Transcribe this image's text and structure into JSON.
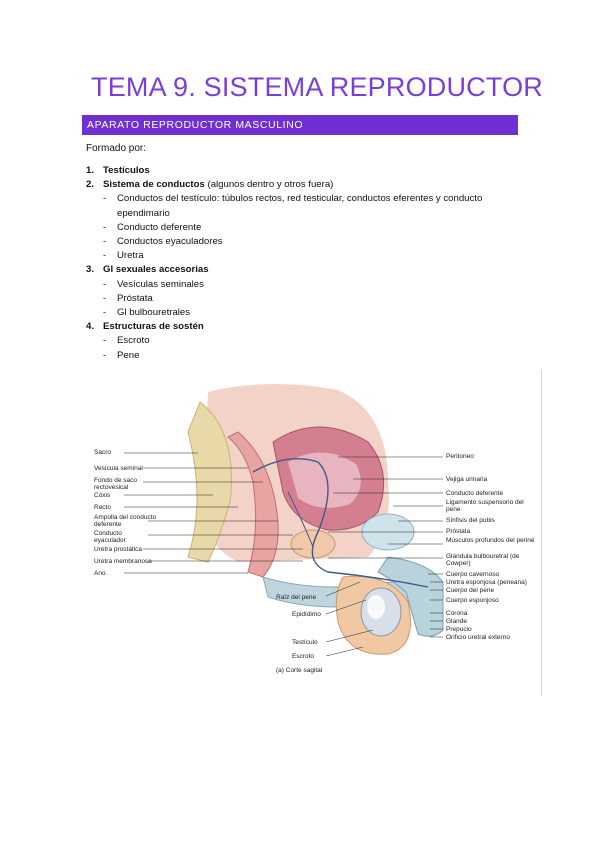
{
  "title": "TEMA 9. SISTEMA REPRODUCTOR",
  "section_header": "APARATO REPRODUCTOR MASCULINO",
  "intro": "Formado por:",
  "outline": [
    {
      "num": "1.",
      "label": "Testículos",
      "note": "",
      "subitems": []
    },
    {
      "num": "2.",
      "label": "Sistema de conductos",
      "note": " (algunos dentro y otros fuera)",
      "subitems": [
        "Conductos del testículo: túbulos rectos, red testicular, conductos eferentes y conducto ependimario",
        "Conducto deferente",
        "Conductos eyaculadores",
        "Uretra"
      ]
    },
    {
      "num": "3.",
      "label": "Gl sexuales accesorias",
      "note": "",
      "subitems": [
        "Vesículas seminales",
        "Próstata",
        "Gl bulbouretrales"
      ]
    },
    {
      "num": "4.",
      "label": "Estructuras de sostén",
      "note": "",
      "subitems": [
        "Escroto",
        "Pene"
      ]
    }
  ],
  "figure": {
    "left_labels": [
      "Sacro",
      "Vesícula seminal",
      "Fondo de saco rectovesical",
      "Cóxis",
      "Recto",
      "Ampolla del conducto deferente",
      "Conducto eyaculador",
      "Uretra prostática",
      "Uretra membranosa",
      "Ano"
    ],
    "right_labels": [
      "Peritoneo",
      "Vejiga urinaria",
      "Conducto deferente",
      "Ligamento suspensorio del pene",
      "Sínfisis del pubis",
      "Próstata",
      "Músculos profundos del periné",
      "Glándula bulbouretral (de Cowper)",
      "Cuerpo cavernoso",
      "Uretra esponjosa (peneana)",
      "Cuerpo del pene",
      "Cuerpo esponjoso",
      "Corona",
      "Glande",
      "Prepucio",
      "Orificio uretral externo"
    ],
    "bottom_labels": [
      "Raíz del pene",
      "Epidídimo",
      "Testículo",
      "Escroto"
    ],
    "caption": "(a) Corte sagital"
  }
}
